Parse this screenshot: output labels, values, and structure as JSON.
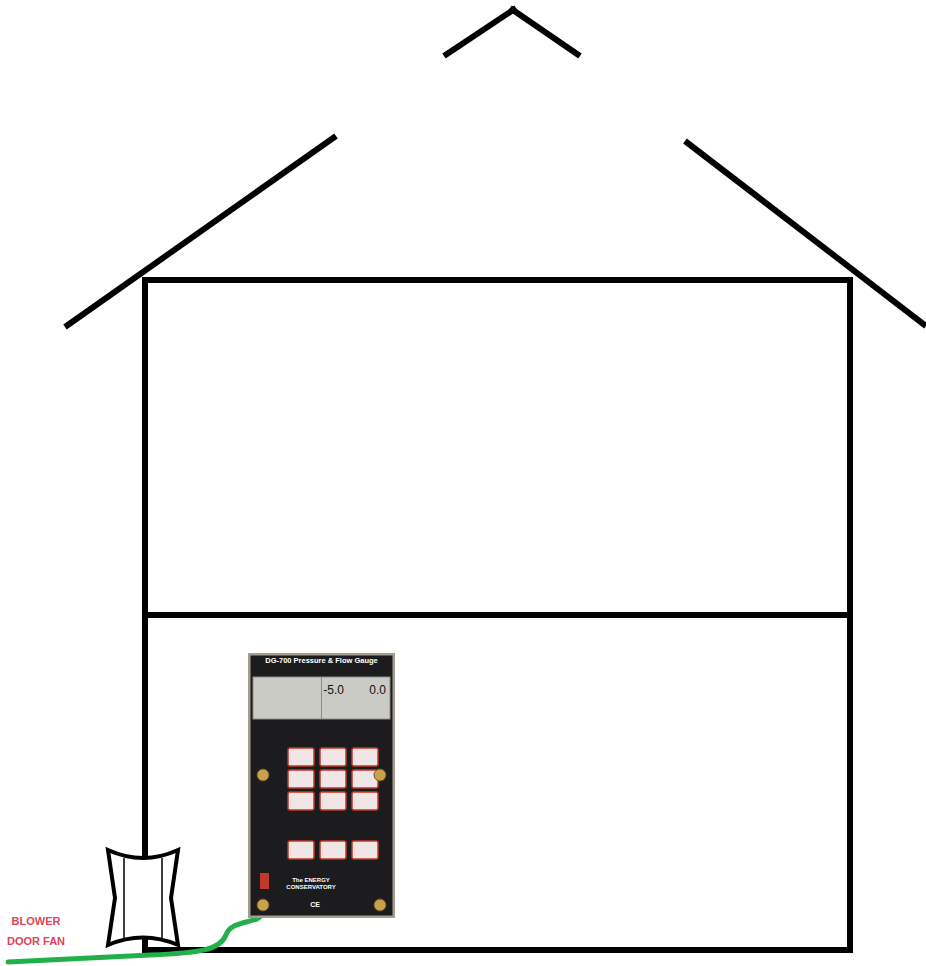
{
  "diagram": {
    "nodes": [
      {
        "text": [
          "DG-700 Pressure & Flow Gauge",
          "-5.0",
          "0.0",
          "The ENERGY CONSERVATORY",
          "CE"
        ]
      }
    ],
    "labels": [
      "BLOWER DOOR FAN"
    ]
  }
}
